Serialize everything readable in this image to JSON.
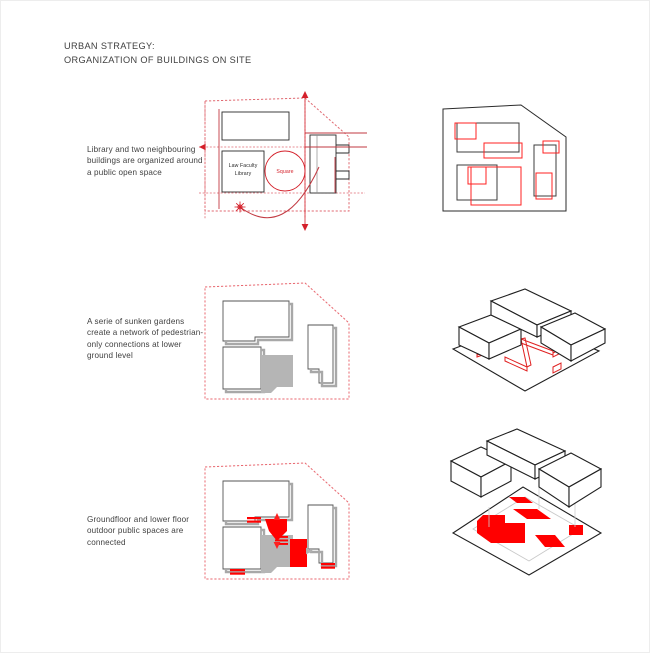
{
  "sheet": {
    "background": "#ffffff",
    "border_color": "#ededed"
  },
  "title": {
    "line1": "URBAN STRATEGY:",
    "line2": "ORGANIZATION OF BUILDINGS ON SITE"
  },
  "palette": {
    "red_fill": "#ff0000",
    "red_line": "#d4202a",
    "red_dash": "#e06a72",
    "black_line": "#2b2b2b",
    "grey_shadow": "#a8a8a8",
    "grey_fill": "#b5b5b5",
    "text": "#3f3f3f"
  },
  "rows": [
    {
      "id": "row-1",
      "caption": "Library and two neighbouring buildings are organized around a public open space",
      "plan": {
        "name": "plan-urban-massing",
        "labels": [
          {
            "text": "Law Faculty",
            "color": "dark"
          },
          {
            "text": "Library",
            "color": "dark"
          },
          {
            "text": "Square",
            "color": "red"
          }
        ]
      },
      "axo": {
        "name": "site-plan-overlay-rectangles"
      }
    },
    {
      "id": "row-2",
      "caption": "A serie of sunken gardens create a network of pedestrian-only connections at lower ground level",
      "plan": {
        "name": "plan-sunken-gardens",
        "labels": []
      },
      "axo": {
        "name": "axonometric-sunken-garden-network"
      }
    },
    {
      "id": "row-3",
      "caption": "Groundfloor and lower floor outdoor public spaces are connected",
      "plan": {
        "name": "plan-connected-public-space",
        "labels": []
      },
      "axo": {
        "name": "axonometric-connected-public-space"
      }
    }
  ]
}
